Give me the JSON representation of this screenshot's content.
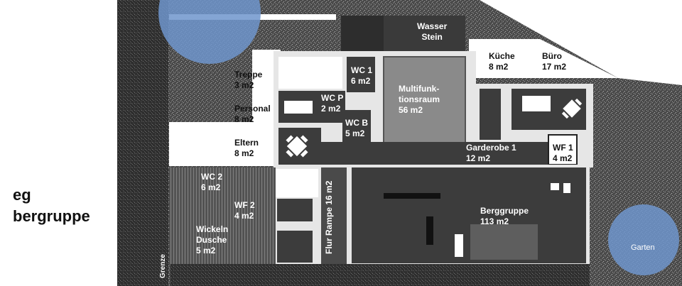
{
  "title": {
    "line1": "eg",
    "line2": "bergruppe"
  },
  "rooms": {
    "wasser": {
      "name": "Wasser",
      "name2": "Stein"
    },
    "kueche": {
      "name": "Küche",
      "area": "8 m2"
    },
    "buero": {
      "name": "Büro",
      "area": "17 m2"
    },
    "treppe": {
      "name": "Treppe",
      "area": "3 m2"
    },
    "wc1": {
      "name": "WC 1",
      "area": "6 m2"
    },
    "multi": {
      "name": "Multifunk-",
      "name2": "tionsraum",
      "area": "56 m2"
    },
    "wcp": {
      "name": "WC P",
      "area": "2 m2"
    },
    "personal": {
      "name": "Personal",
      "area": "8 m2"
    },
    "wcb": {
      "name": "WC B",
      "area": "5 m2"
    },
    "eltern": {
      "name": "Eltern",
      "area": "8 m2"
    },
    "garderobe": {
      "name": "Garderobe 1",
      "area": "12 m2"
    },
    "wf1": {
      "name": "WF 1",
      "area": "4 m2"
    },
    "wc2": {
      "name": "WC 2",
      "area": "6 m2"
    },
    "wf2": {
      "name": "WF 2",
      "area": "4 m2"
    },
    "wickeln": {
      "name": "Wickeln",
      "name2": "Dusche",
      "area": "5 m2"
    },
    "bergruppe": {
      "name": "Berggruppe",
      "area": "113 m2"
    },
    "flur": {
      "name": "Flur Rampe",
      "area": "16 m2"
    },
    "garten": {
      "name": "Garten"
    },
    "grenze": {
      "name": "Grenze"
    }
  },
  "colors": {
    "terrain": "#5a5a5a",
    "floor": "#3c3c3c",
    "wall": "#e6e6e6",
    "multi": "#8a8a8a",
    "circle": "#6f95cc"
  }
}
